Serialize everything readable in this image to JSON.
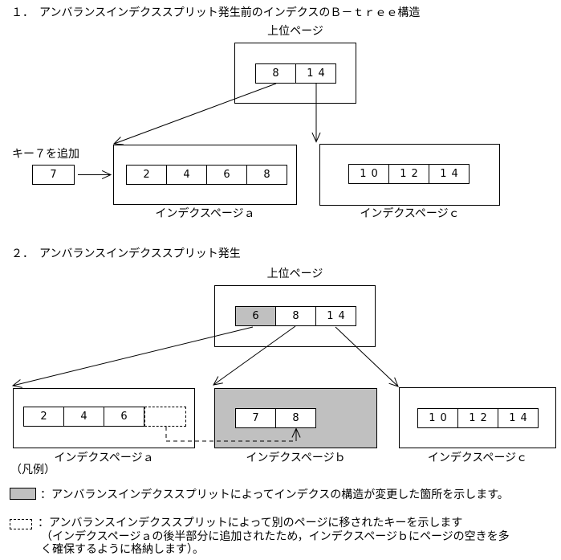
{
  "colors": {
    "highlight": "#c0c0c0",
    "line": "#000000",
    "background": "#ffffff"
  },
  "section1": {
    "title": "１．　アンバランスインデクススプリット発生前のインデクスのＢ－ｔｒｅｅ構造",
    "upper_page": {
      "label": "上位ページ",
      "cells": [
        "8",
        "14"
      ]
    },
    "key_insert": {
      "label": "キー７を追加",
      "value": "7"
    },
    "page_a": {
      "label": "インデクスページａ",
      "cells": [
        "2",
        "4",
        "6",
        "8"
      ]
    },
    "page_c": {
      "label": "インデクスページｃ",
      "cells": [
        "10",
        "12",
        "14"
      ]
    }
  },
  "section2": {
    "title": "２．　アンバランスインデクススプリット発生",
    "upper_page": {
      "label": "上位ページ",
      "cells": [
        "6",
        "8",
        "14"
      ]
    },
    "page_a": {
      "label": "インデクスページａ",
      "cells": [
        "2",
        "4",
        "6"
      ]
    },
    "page_b": {
      "label": "インデクスページｂ",
      "cells": [
        "7",
        "8"
      ]
    },
    "page_c": {
      "label": "インデクスページｃ",
      "cells": [
        "10",
        "12",
        "14"
      ]
    }
  },
  "legend": {
    "title": "（凡例）",
    "gray_item": {
      "text": "：アンバランスインデクススプリットによってインデクスの構造が変更した箇所を示します。"
    },
    "dashed_item": {
      "line1": "：アンバランスインデクススプリットによって別のページに移されたキーを示します",
      "line2": "（インデクスページａの後半部分に追加されたため，インデクスページｂにページの空きを多",
      "line3": "く確保するように格納します）。"
    }
  }
}
